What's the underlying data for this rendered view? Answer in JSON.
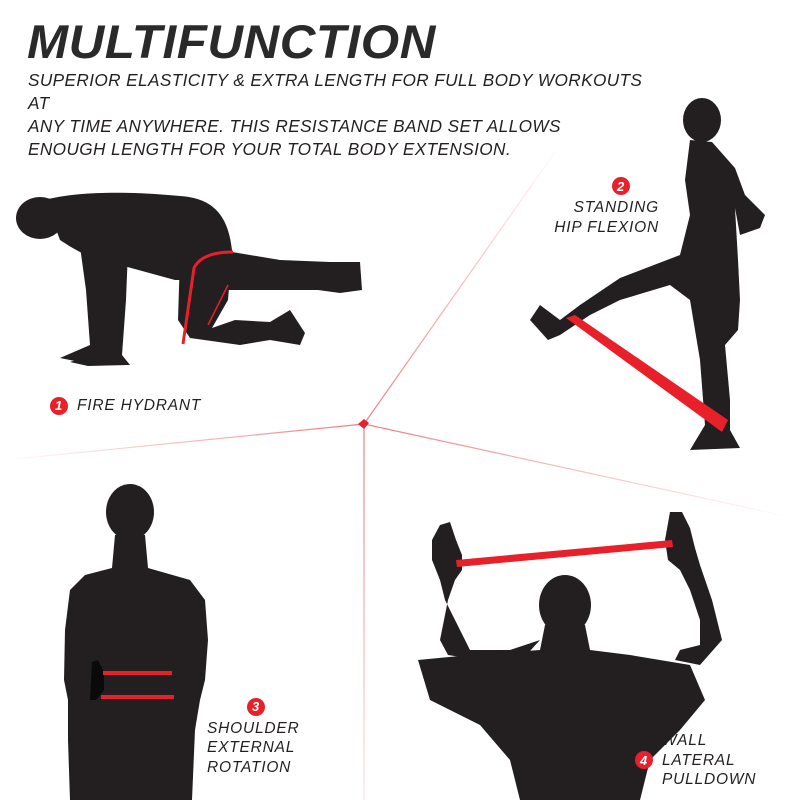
{
  "header": {
    "title": "MULTIFUNCTION",
    "subtitle_lines": [
      "SUPERIOR ELASTICITY & EXTRA LENGTH FOR FULL BODY WORKOUTS AT",
      "ANY TIME ANYWHERE. THIS RESISTANCE BAND SET ALLOWS",
      "ENOUGH LENGTH FOR YOUR TOTAL BODY EXTENSION."
    ]
  },
  "colors": {
    "accent_red": "#e8202a",
    "silhouette": "#231f20",
    "divider": "#f2a3a6"
  },
  "exercises": [
    {
      "number": "1",
      "name_lines": [
        "FIRE HYDRANT"
      ],
      "figure": "kneeling-silhouette-icon"
    },
    {
      "number": "2",
      "name_lines": [
        "STANDING",
        "HIP FLEXION"
      ],
      "figure": "standing-kick-silhouette-icon"
    },
    {
      "number": "3",
      "name_lines": [
        "SHOULDER",
        "EXTERNAL",
        "ROTATION"
      ],
      "figure": "standing-front-silhouette-icon"
    },
    {
      "number": "4",
      "name_lines": [
        "WALL",
        "LATERAL",
        "PULLDOWN"
      ],
      "figure": "arms-raised-silhouette-icon"
    }
  ]
}
